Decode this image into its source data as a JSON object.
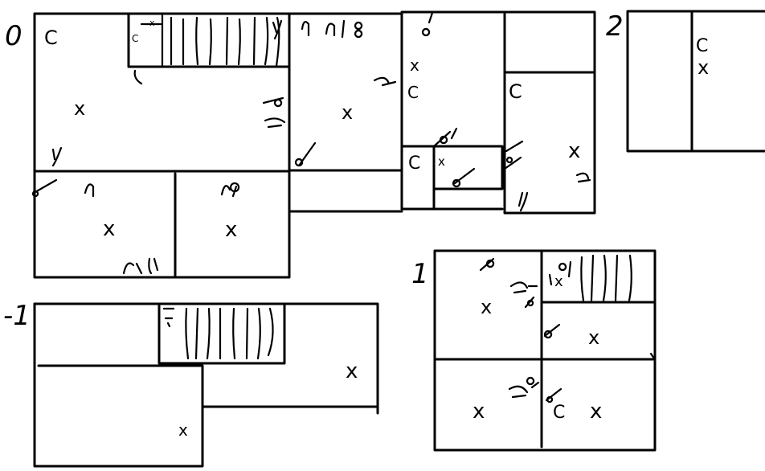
{
  "levels": {
    "level_0": "0",
    "level_1": "1",
    "level_2": "2",
    "level_minus_1": "-1"
  },
  "symbols": {
    "toilet": "x",
    "outlet": "C",
    "stair": "||||||"
  }
}
